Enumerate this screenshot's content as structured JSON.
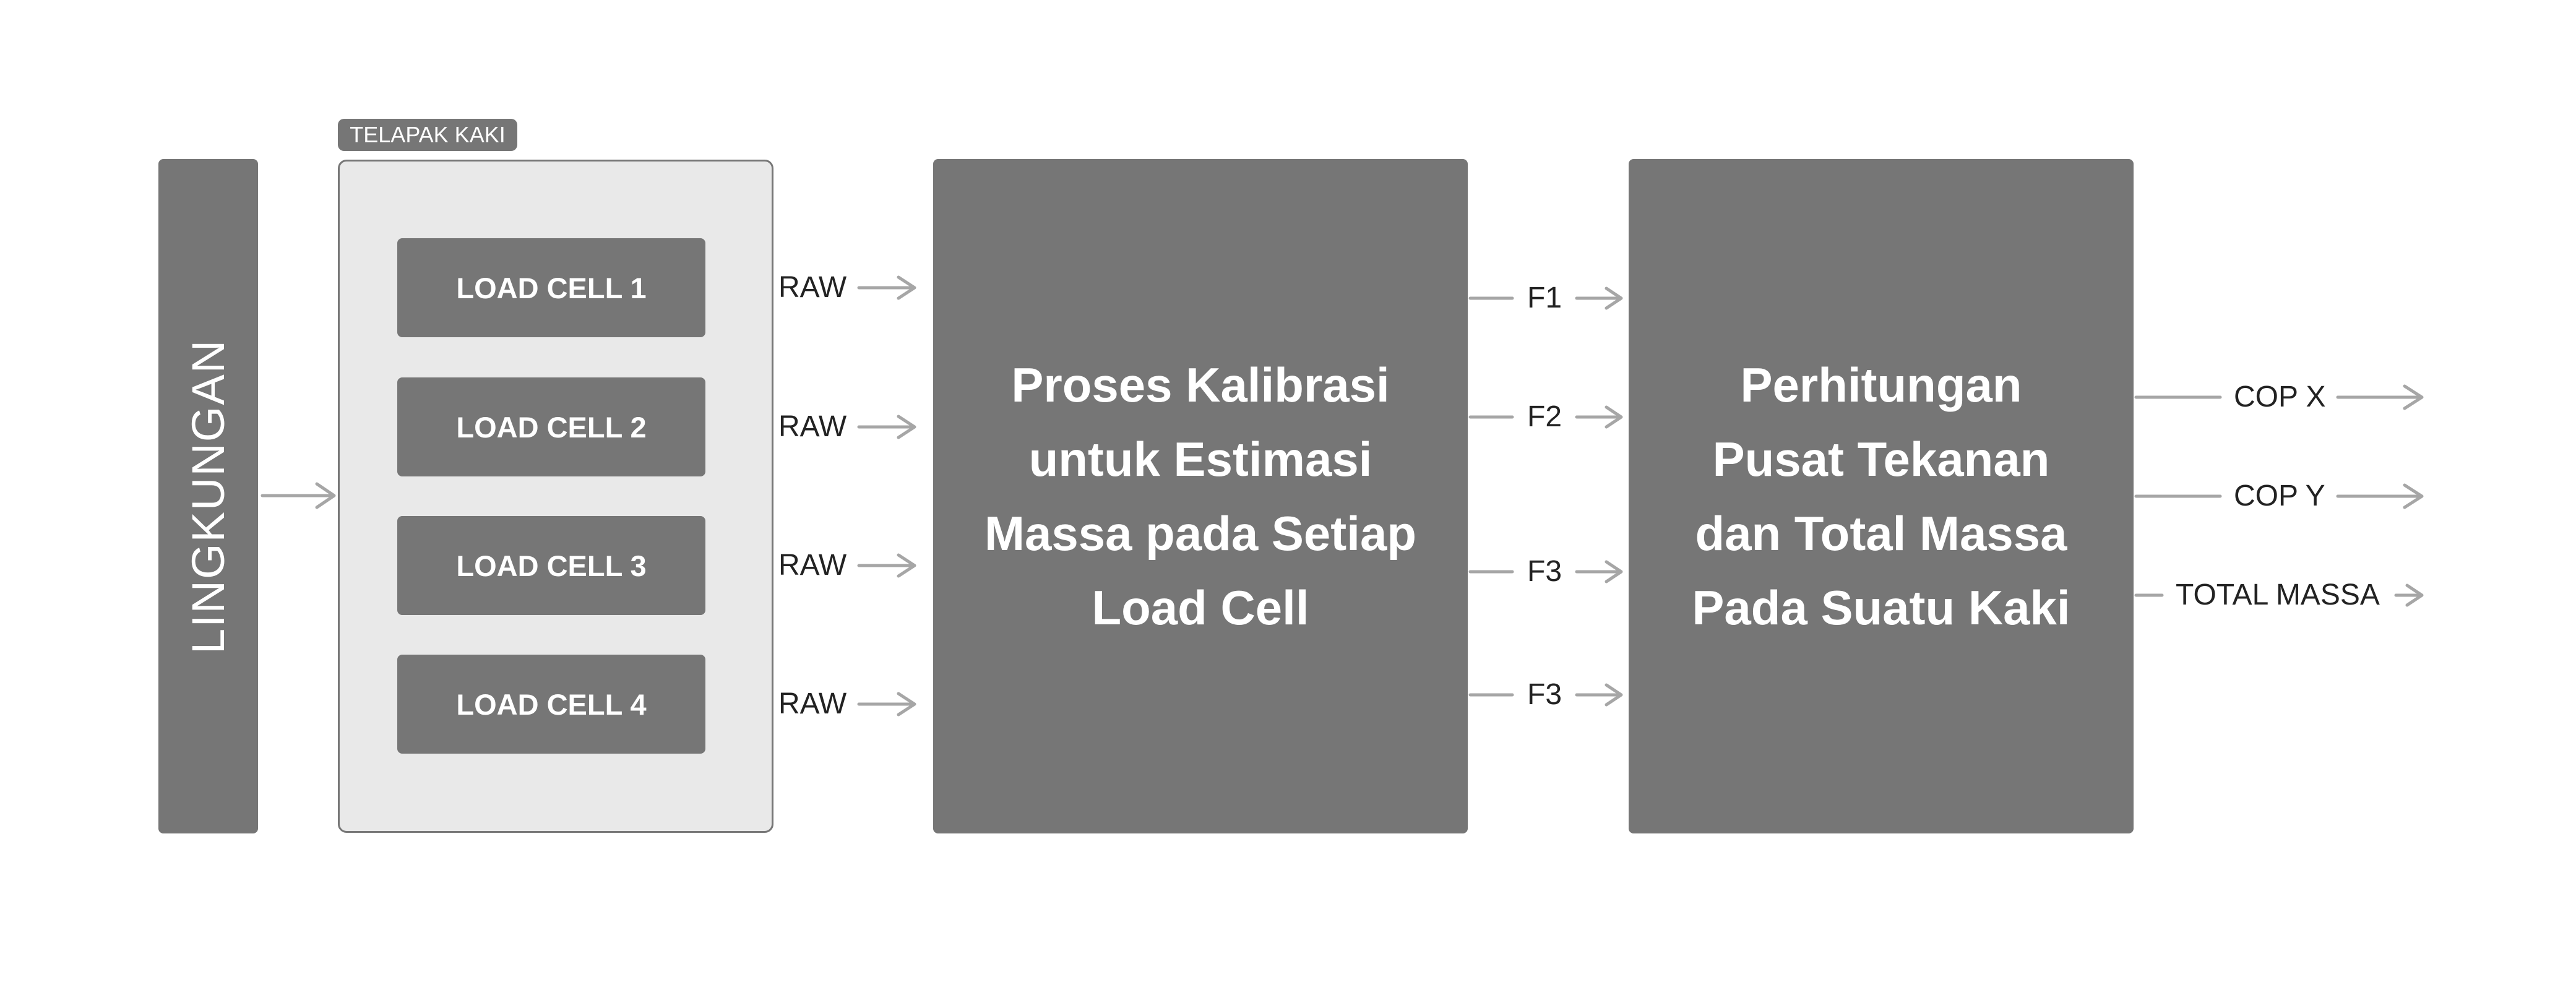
{
  "environment": {
    "label": "LINGKUNGAN"
  },
  "foot_group": {
    "label": "TELAPAK KAKI",
    "load_cells": [
      "LOAD CELL 1",
      "LOAD CELL 2",
      "LOAD CELL 3",
      "LOAD CELL 4"
    ]
  },
  "raw_outputs": [
    "RAW",
    "RAW",
    "RAW",
    "RAW"
  ],
  "calibration_block": {
    "lines": [
      "Proses Kalibrasi",
      "untuk Estimasi",
      "Massa pada Setiap",
      "Load Cell"
    ]
  },
  "force_outputs": [
    "F1",
    "F2",
    "F3",
    "F3"
  ],
  "computation_block": {
    "lines": [
      "Perhitungan",
      "Pusat Tekanan",
      "dan Total Massa",
      "Pada Suatu Kaki"
    ]
  },
  "final_outputs": [
    "COP X",
    "COP Y",
    "TOTAL MASSA"
  ],
  "colors": {
    "block_fill": "#767676",
    "group_fill": "#e9e9e9",
    "arrow": "#a6a6a6",
    "text_dark": "#222222",
    "text_light": "#ffffff"
  }
}
